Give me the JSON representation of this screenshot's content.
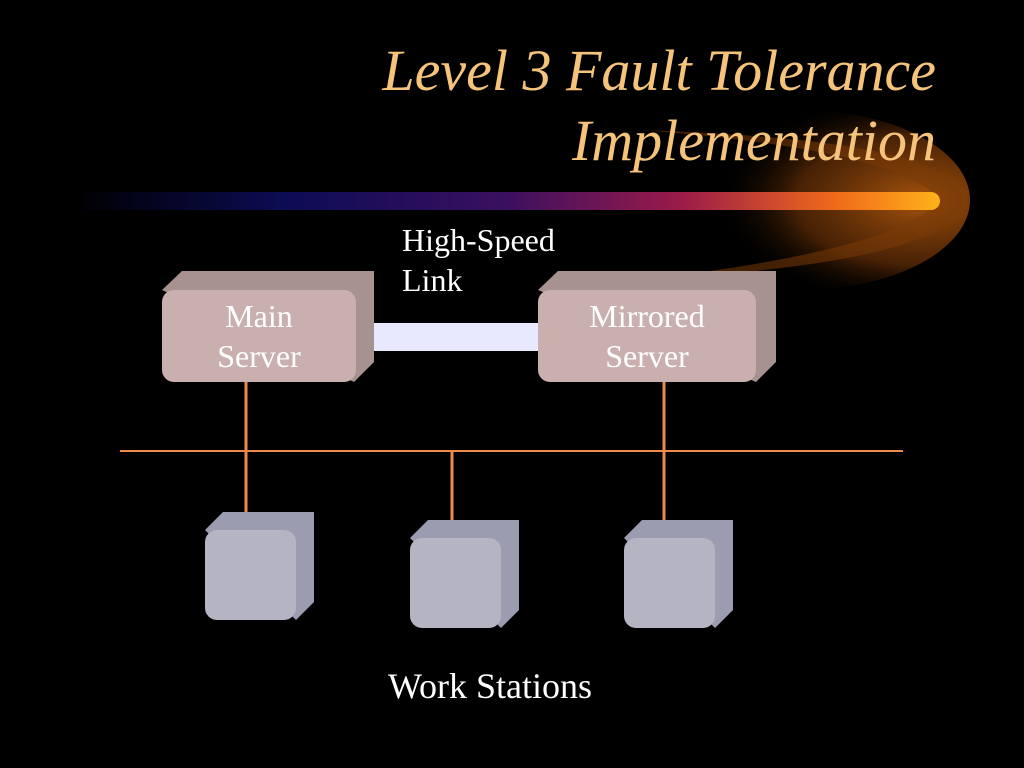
{
  "title": {
    "line1": "Level 3 Fault Tolerance",
    "line2": "Implementation"
  },
  "link": {
    "line1": "High-Speed",
    "line2": "Link"
  },
  "servers": {
    "main": {
      "line1": "Main",
      "line2": "Server"
    },
    "mirrored": {
      "line1": "Mirrored",
      "line2": "Server"
    }
  },
  "workstations": {
    "label": "Work Stations"
  },
  "colors": {
    "title": "#f5c37a",
    "text": "#ffffff",
    "server_face": "#c9b0ae",
    "workstation_face": "#b4b4c2",
    "network_line": "#f08a4b",
    "link_bar": "#e8e8ff",
    "background": "#000000"
  }
}
